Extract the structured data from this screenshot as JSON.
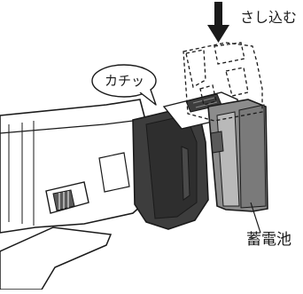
{
  "callouts": {
    "insert": "さし込む",
    "click": "カチッ",
    "battery": "蓄電池"
  },
  "colors": {
    "line": "#1a1a1a",
    "tool_dark": "#3d3d3d",
    "battery_gray": "#8c8c8c",
    "battery_light": "#b9b9b9",
    "arrow": "#1a1a1a"
  }
}
